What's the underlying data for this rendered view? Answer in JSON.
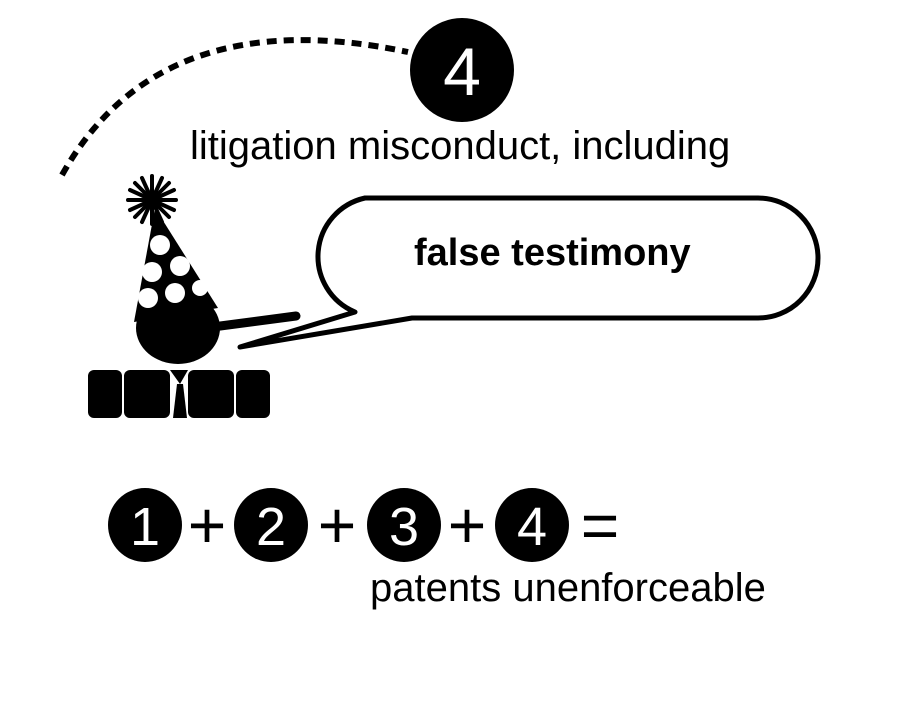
{
  "step": {
    "number": "4",
    "caption": "litigation misconduct, including"
  },
  "speech": {
    "text": "false testimony"
  },
  "equation": {
    "terms": [
      "1",
      "2",
      "3",
      "4"
    ],
    "plus": "+",
    "equals": "=",
    "result": "patents unenforceable"
  },
  "figure": {
    "icon": "pinocchio-party-hat-figure-icon"
  },
  "colors": {
    "ink": "#000000",
    "paper": "#ffffff"
  }
}
